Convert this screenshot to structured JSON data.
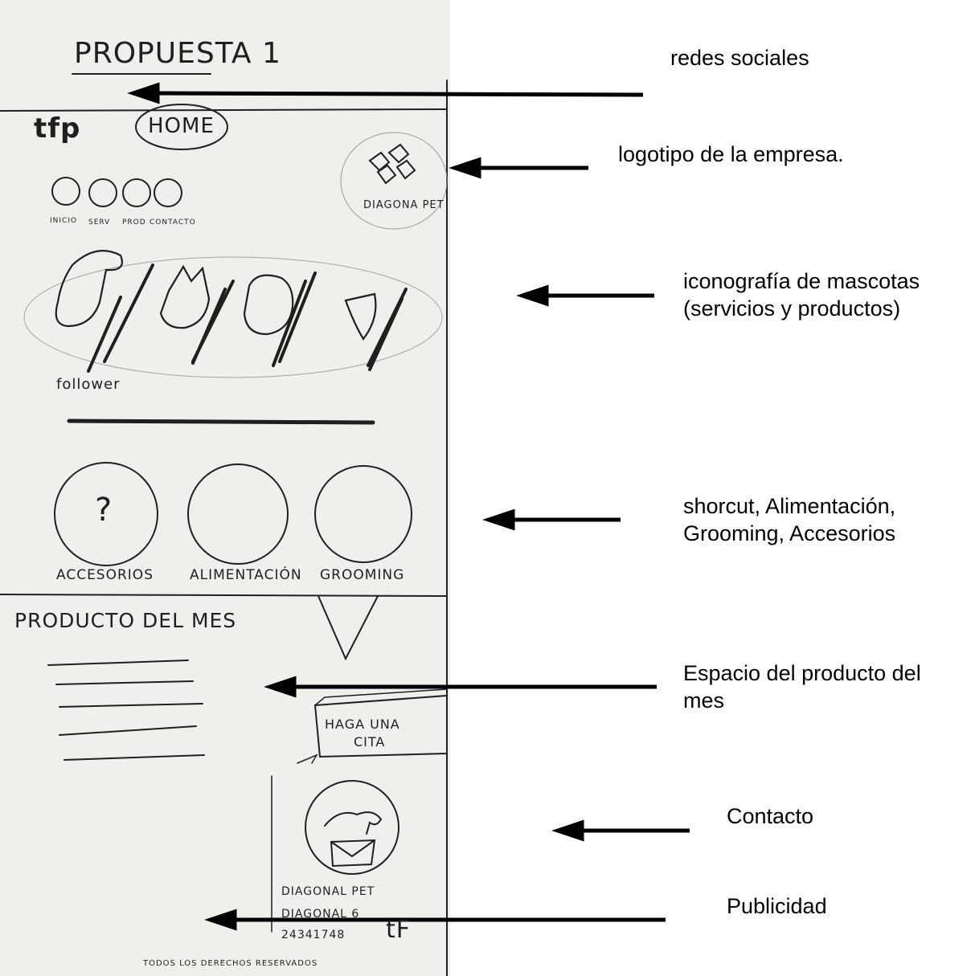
{
  "sketch": {
    "title": "PROPUESTA 1",
    "social_icons": "tfp",
    "home_label": "HOME",
    "nav_items": [
      "INICIO",
      "SERV",
      "PROD",
      "CONTACTO"
    ],
    "logo_caption": "DIAGONA PET",
    "slider_label": "follower",
    "shortcuts": [
      "ACCESORIOS",
      "ALIMENTACIÓN",
      "GROOMING"
    ],
    "shortcut_mark": "?",
    "product_heading": "PRODUCTO DEL MES",
    "appointment_button": [
      "HAGA UNA",
      "CITA"
    ],
    "contact_lines": [
      "DIAGONAL PET",
      "DIAGONAL 6",
      "24341748"
    ],
    "footer_social": "tF",
    "footer_text": "TODOS LOS DERECHOS RESERVADOS"
  },
  "annotations": {
    "social": "redes sociales",
    "logo": "logotipo de la empresa.",
    "pets": [
      "iconografía de mascotas",
      "(servicios y productos)"
    ],
    "shortcuts": [
      "shorcut, Alimentación,",
      "Grooming, Accesorios"
    ],
    "product": [
      "Espacio del producto del",
      "mes"
    ],
    "contact": "Contacto",
    "ads": "Publicidad"
  },
  "colors": {
    "pencil": "#1f1f1f",
    "paper": "#efefec",
    "arrow": "#000000"
  }
}
